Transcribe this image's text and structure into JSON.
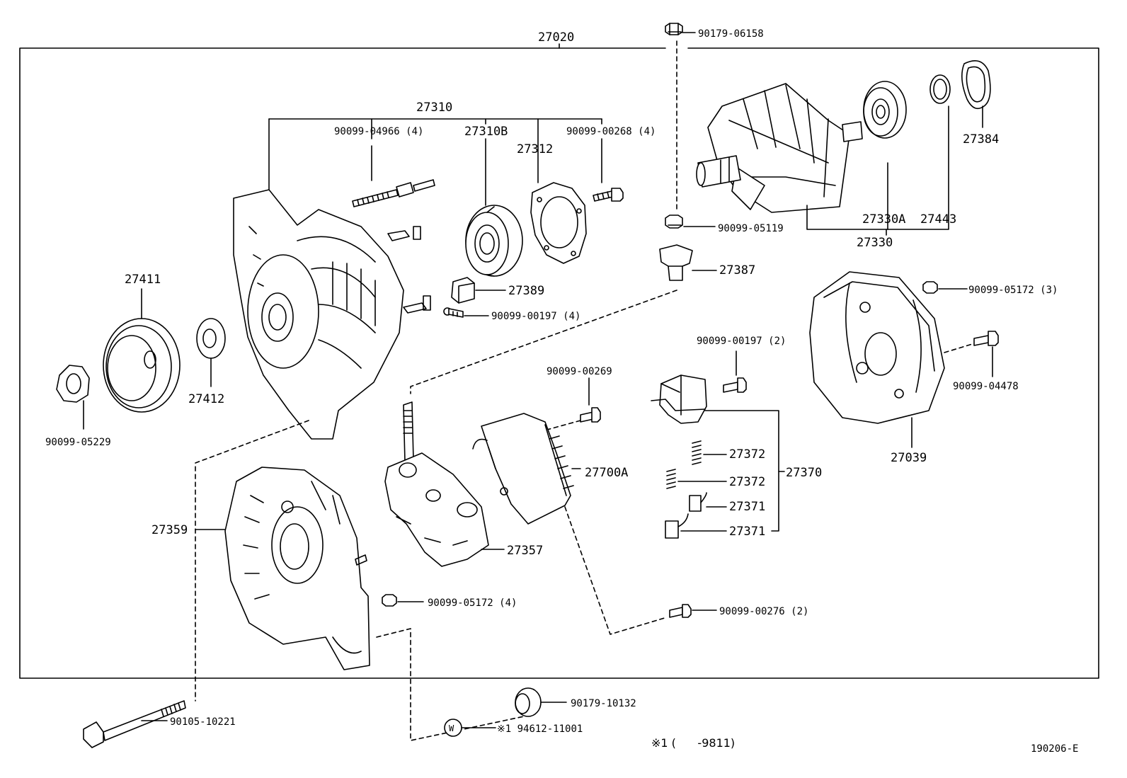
{
  "labels": {
    "assembly": "27020",
    "bolt_top": "90179-06158",
    "frame_group": "27310",
    "stud": "90099-04966 (4)",
    "bearing_front": "27310B",
    "plate": "27312",
    "screw_plate": "90099-00268 (4)",
    "terminal_insulator": "27389",
    "screw_frame": "90099-00197 (4)",
    "pulley": "27411",
    "collar": "27412",
    "nut": "90099-05229",
    "rotor": "27330",
    "rotor_bearing": "27330A",
    "bearing_cover": "27443",
    "cover_ring": "27384",
    "nut_terminal": "90099-05119",
    "terminal_insulator_b": "27387",
    "end_cover": "27039",
    "nut_end_cover": "90099-05172 (3)",
    "screw_end_cover": "90099-04478",
    "screw_holder": "90099-00197 (2)",
    "brush_holder_group": "27370",
    "spring_1": "27372",
    "spring_2": "27372",
    "brush_1": "27371",
    "brush_2": "27371",
    "regulator_screw": "90099-00269",
    "regulator": "27700A",
    "rectifier": "27357",
    "rear_frame": "27359",
    "nut_rear": "90099-05172 (4)",
    "screw_regulator": "90099-00276 (2)",
    "through_bolt": "90105-10221",
    "spacer": "90179-10132",
    "washer_note": "※1 94612-11001",
    "washer_symbol": "W",
    "footnote": "※1 (      -9811)",
    "figure_code": "190206-E"
  }
}
